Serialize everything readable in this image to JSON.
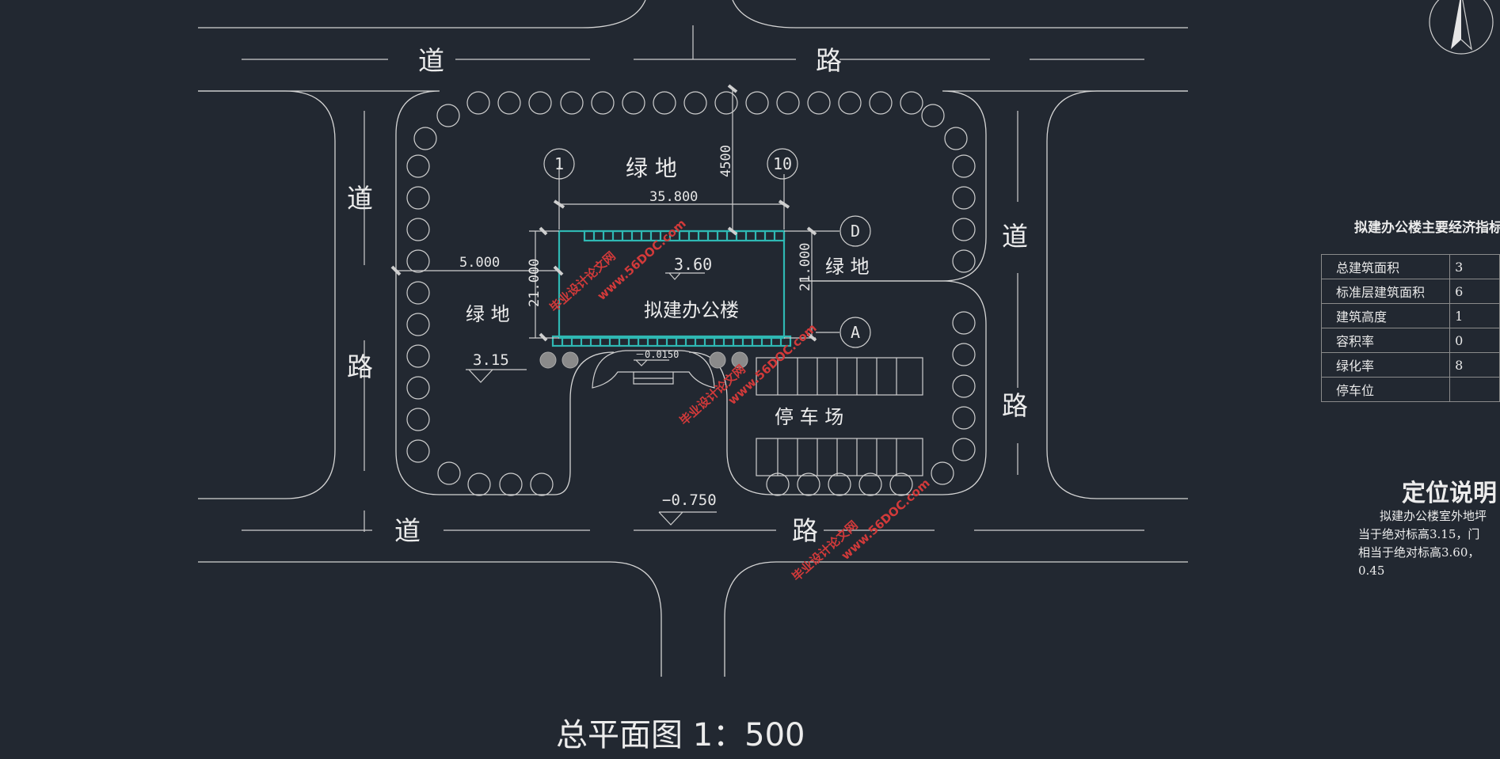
{
  "drawing": {
    "title": "总平面图 1：500",
    "roads": [
      "道",
      "路",
      "道",
      "路",
      "道",
      "路",
      "道",
      "路"
    ],
    "green_areas": [
      "绿 地",
      "绿 地",
      "绿 地"
    ],
    "parking_label": "停 车 场",
    "building_label": "拟建办公楼",
    "axis_labels": [
      "1",
      "10",
      "D",
      "A"
    ],
    "dimensions": {
      "building_length": "35.800",
      "building_width_left": "21.000",
      "building_width_right": "21.000",
      "setback_left": "5.000",
      "setback_top": "4500"
    },
    "elevations": {
      "floor": "3.60",
      "site": "3.15",
      "entrance": "－0.0150",
      "road": "−0.750"
    },
    "watermarks": [
      "毕业设计论文网",
      "www.56DOC.com"
    ]
  },
  "table": {
    "title": "拟建办公楼主要经济指标",
    "rows": [
      {
        "label": "总建筑面积",
        "value": "3"
      },
      {
        "label": "标准层建筑面积",
        "value": "6"
      },
      {
        "label": "建筑高度",
        "value": "1"
      },
      {
        "label": "容积率",
        "value": "0"
      },
      {
        "label": "绿化率",
        "value": "8"
      },
      {
        "label": "停车位",
        "value": ""
      }
    ]
  },
  "location": {
    "heading": "定位说明",
    "lines": [
      "拟建办公楼室外地坪",
      "当于绝对标高3.15，门",
      "相当于绝对标高3.60，",
      "0.45"
    ]
  }
}
